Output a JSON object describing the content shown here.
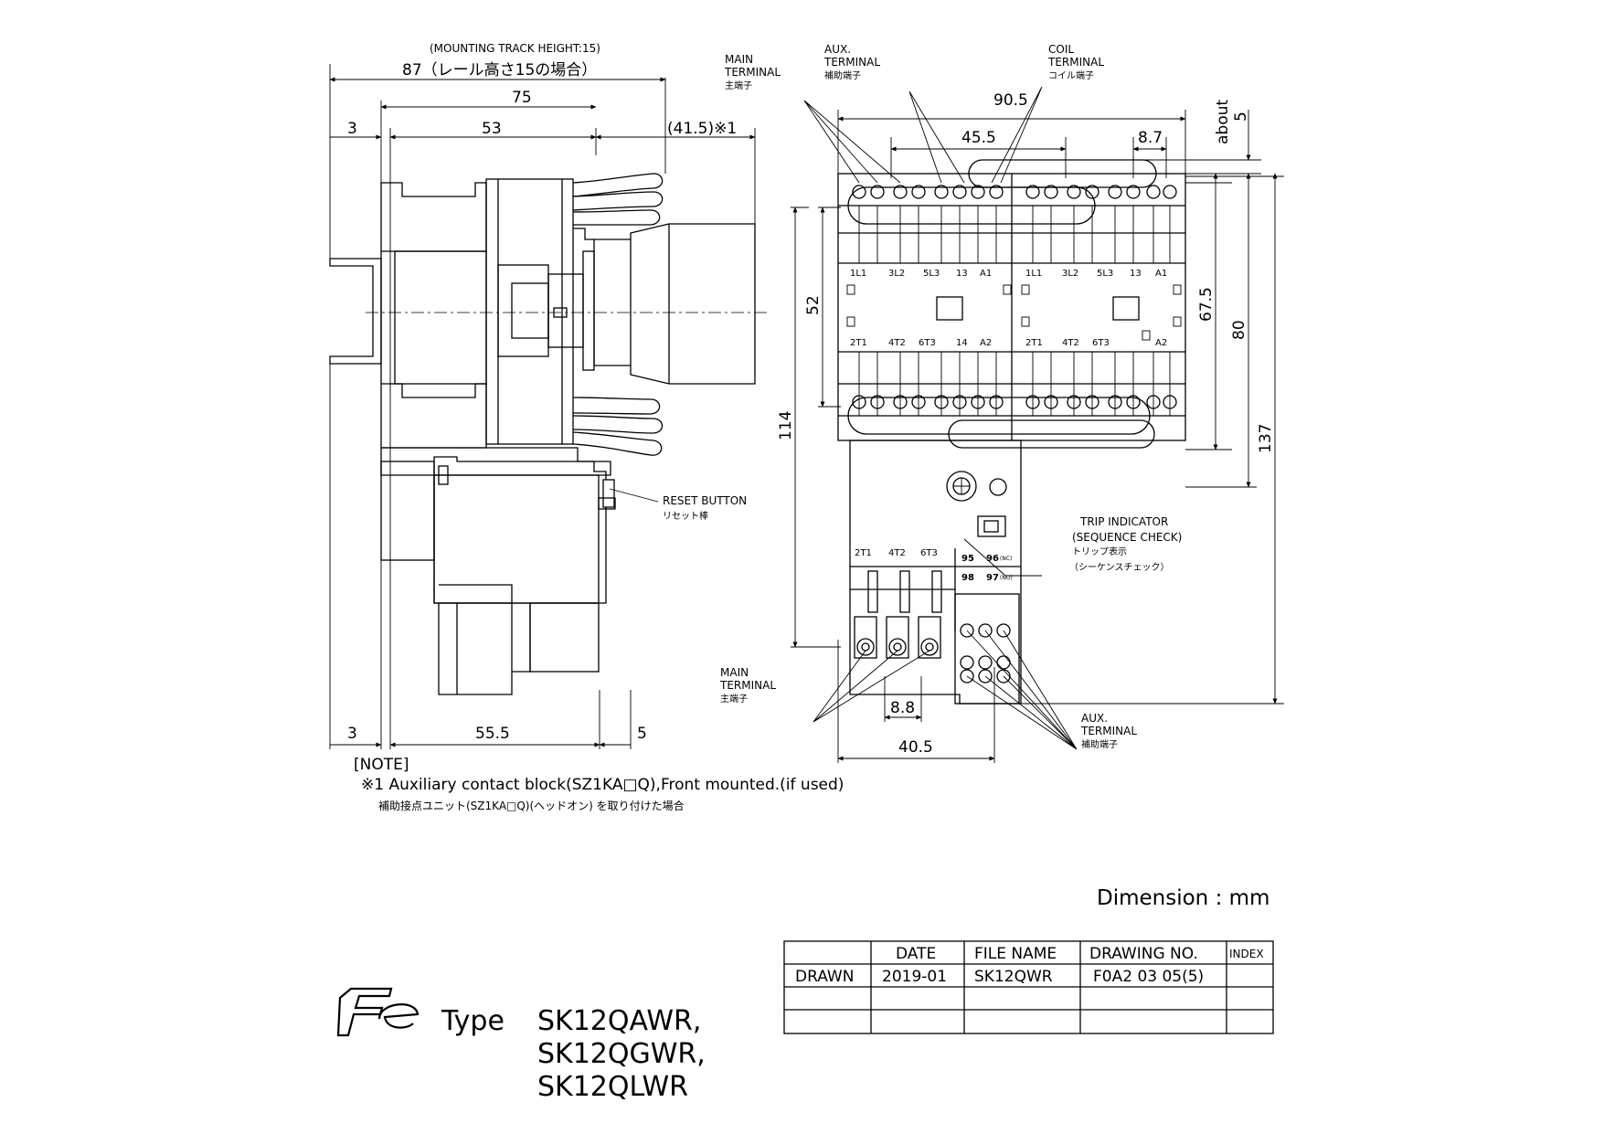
{
  "side_view": {
    "mounting_track_height": "(MOUNTING TRACK HEIGHT:15)",
    "dim_87": "87（レール高さ15の場合）",
    "dim_75": "75",
    "dim_3_top": "3",
    "dim_53": "53",
    "dim_41_5": "(41.5)※1",
    "dim_3_bottom": "3",
    "dim_55_5": "55.5",
    "dim_5": "5",
    "reset_button_en": "RESET BUTTON",
    "reset_button_jp": "リセット棒"
  },
  "front_view": {
    "main_terminal_top": [
      "MAIN",
      "TERMINAL",
      "主端子"
    ],
    "aux_terminal_top": [
      "AUX.",
      "TERMINAL",
      "補助端子"
    ],
    "coil_terminal": [
      "COIL",
      "TERMINAL",
      "コイル端子"
    ],
    "dim_90_5": "90.5",
    "dim_45_5": "45.5",
    "dim_8_7": "8.7",
    "dim_about_5": [
      "about",
      "5"
    ],
    "dim_52": "52",
    "dim_114": "114",
    "dim_67_5": "67.5",
    "dim_80": "80",
    "dim_137": "137",
    "dim_8_8": "8.8",
    "dim_40_5": "40.5",
    "trip_indicator": [
      "TRIP INDICATOR",
      "(SEQUENCE CHECK)",
      "トリップ表示",
      "（シーケンスチェック）"
    ],
    "main_terminal_bottom": [
      "MAIN",
      "TERMINAL",
      "主端子"
    ],
    "aux_terminal_bottom": [
      "AUX.",
      "TERMINAL",
      "補助端子"
    ],
    "unit_top_labels": [
      "1L1",
      "3L2",
      "5L3",
      "13",
      "A1"
    ],
    "unit_bottom_labels": [
      "2T1",
      "4T2",
      "6T3",
      "14",
      "A2"
    ],
    "unit2_bottom_labels": [
      "2T1",
      "4T2",
      "6T3",
      "A2"
    ],
    "relay_labels": [
      "2T1",
      "4T2",
      "6T3"
    ],
    "relay_aux_labels": [
      "95",
      "96",
      "98",
      "97"
    ],
    "relay_aux_nc": "(NC)",
    "relay_aux_no": "(NO)"
  },
  "notes": {
    "heading": "[NOTE]",
    "line1": "※1  Auxiliary contact block(SZ1KA□Q),Front mounted.(if used)",
    "line2": "補助接点ユニット(SZ1KA□Q)(ヘッドオン) を取り付けた場合"
  },
  "dimension_unit": "Dimension : mm",
  "title_block": {
    "headers": [
      "",
      "DATE",
      "FILE NAME",
      "DRAWING NO.",
      "INDEX"
    ],
    "rows": [
      [
        "DRAWN",
        "2019-01",
        "SK12QWR",
        "F0A2 03 05(5)",
        ""
      ],
      [
        "",
        "",
        "",
        "",
        ""
      ],
      [
        "",
        "",
        "",
        "",
        ""
      ]
    ]
  },
  "type_block": {
    "logo": "Fe",
    "type_label": "Type",
    "models": [
      "SK12QAWR,",
      "SK12QGWR,",
      "SK12QLWR"
    ]
  }
}
